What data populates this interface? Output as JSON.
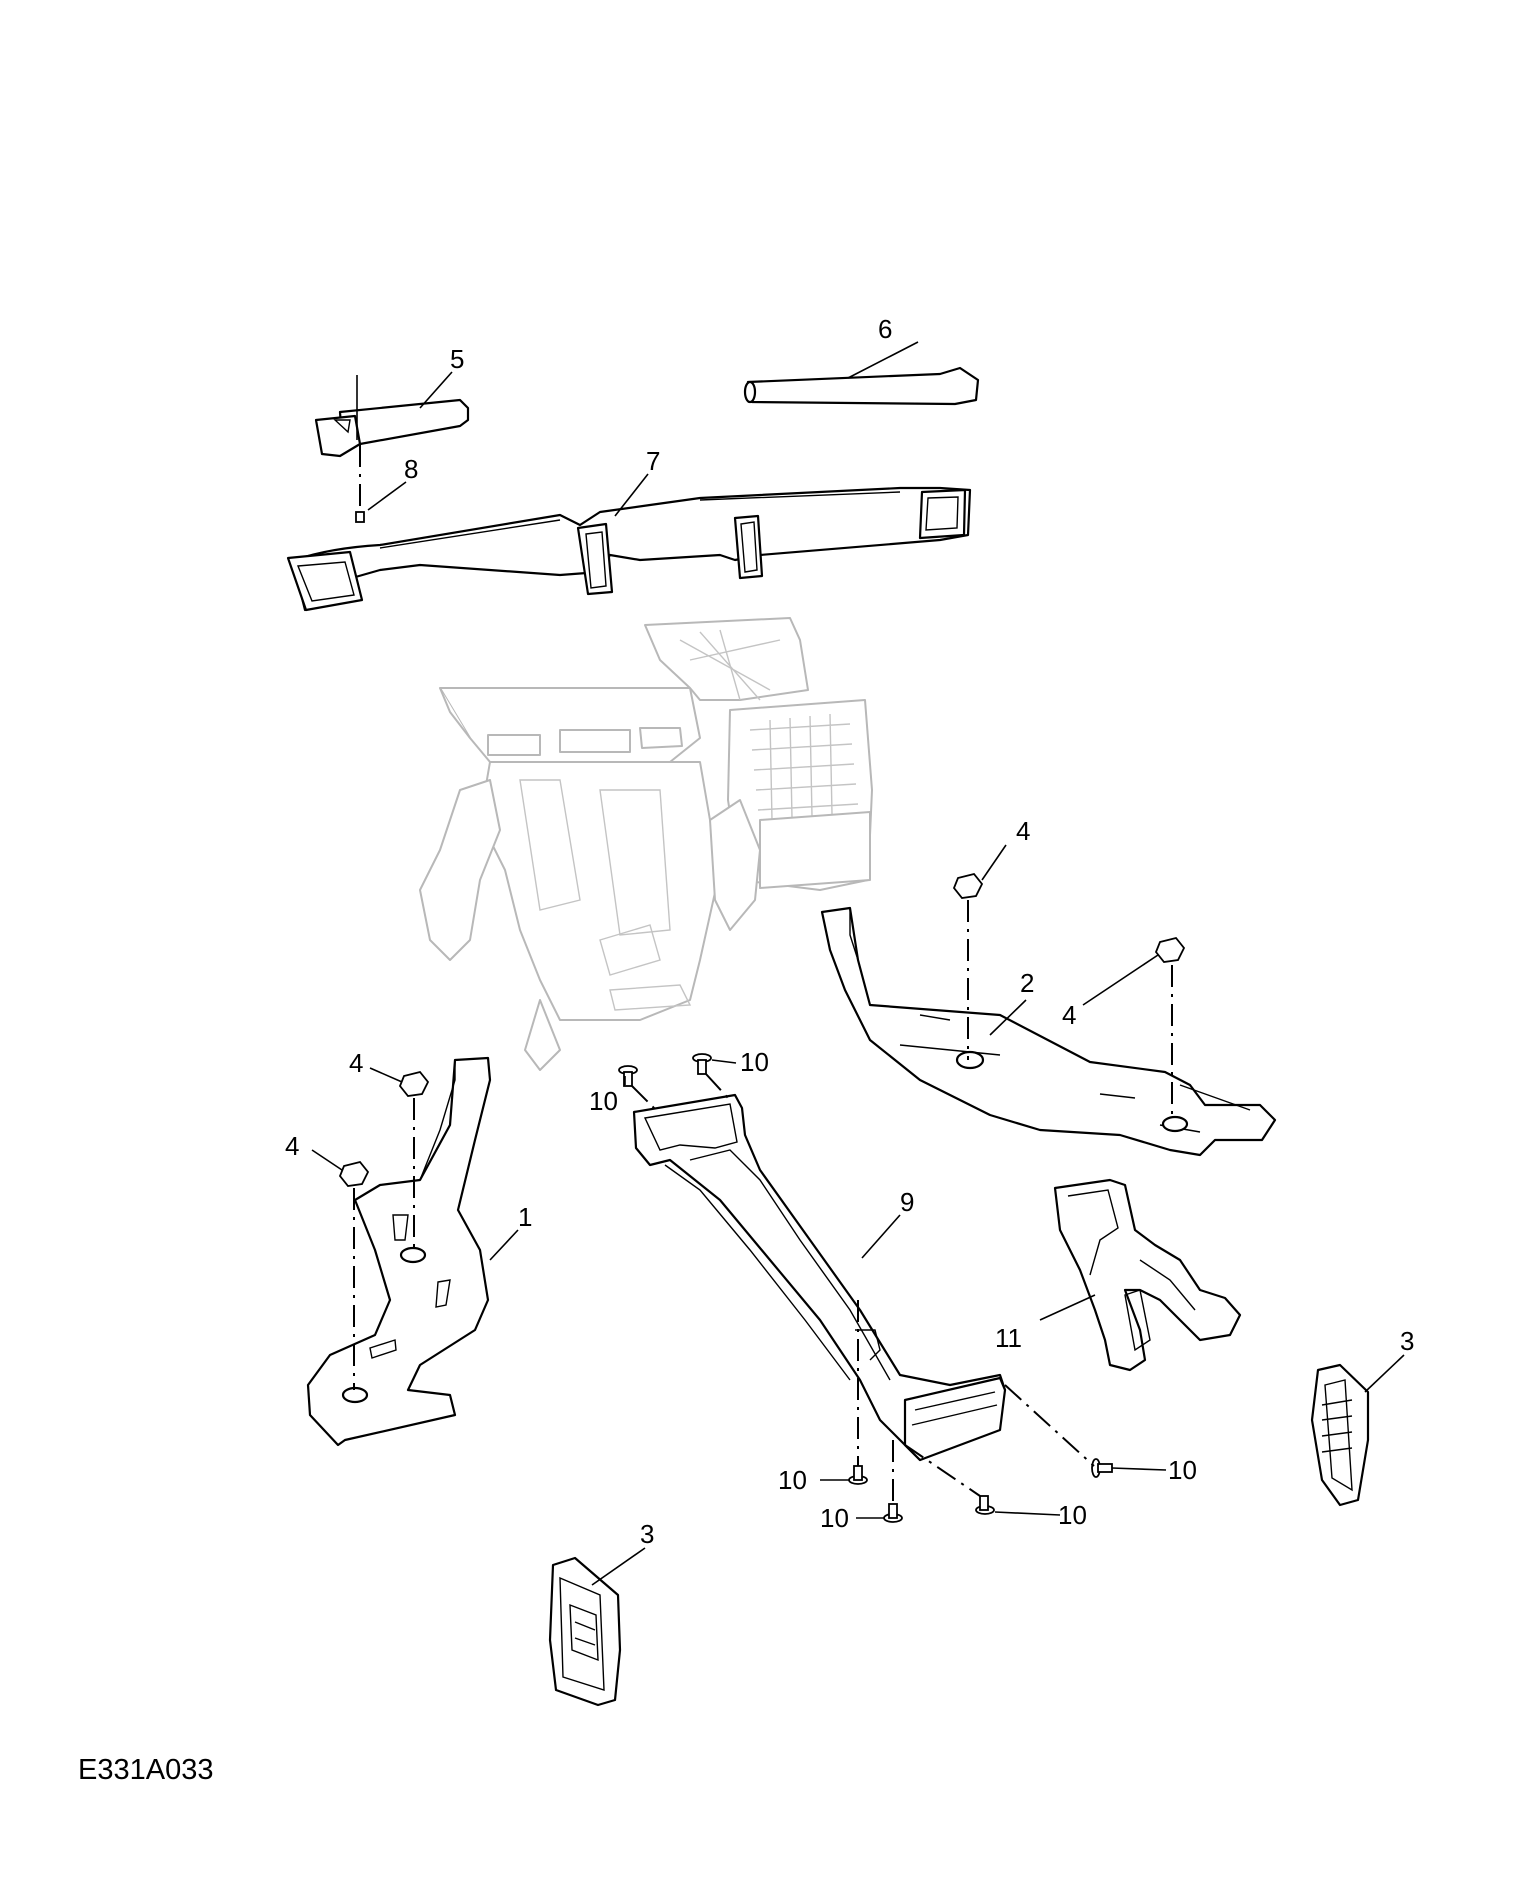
{
  "figure_code": "E331A033",
  "callouts": [
    {
      "id": "c1",
      "text": "1"
    },
    {
      "id": "c2",
      "text": "2"
    },
    {
      "id": "c3a",
      "text": "3"
    },
    {
      "id": "c3b",
      "text": "3"
    },
    {
      "id": "c4a",
      "text": "4"
    },
    {
      "id": "c4b",
      "text": "4"
    },
    {
      "id": "c4c",
      "text": "4"
    },
    {
      "id": "c4d",
      "text": "4"
    },
    {
      "id": "c5",
      "text": "5"
    },
    {
      "id": "c6",
      "text": "6"
    },
    {
      "id": "c7",
      "text": "7"
    },
    {
      "id": "c8",
      "text": "8"
    },
    {
      "id": "c9",
      "text": "9"
    },
    {
      "id": "c10a",
      "text": "10"
    },
    {
      "id": "c10b",
      "text": "10"
    },
    {
      "id": "c10c",
      "text": "10"
    },
    {
      "id": "c10d",
      "text": "10"
    },
    {
      "id": "c10e",
      "text": "10"
    },
    {
      "id": "c10f",
      "text": "10"
    },
    {
      "id": "c11",
      "text": "11"
    }
  ]
}
